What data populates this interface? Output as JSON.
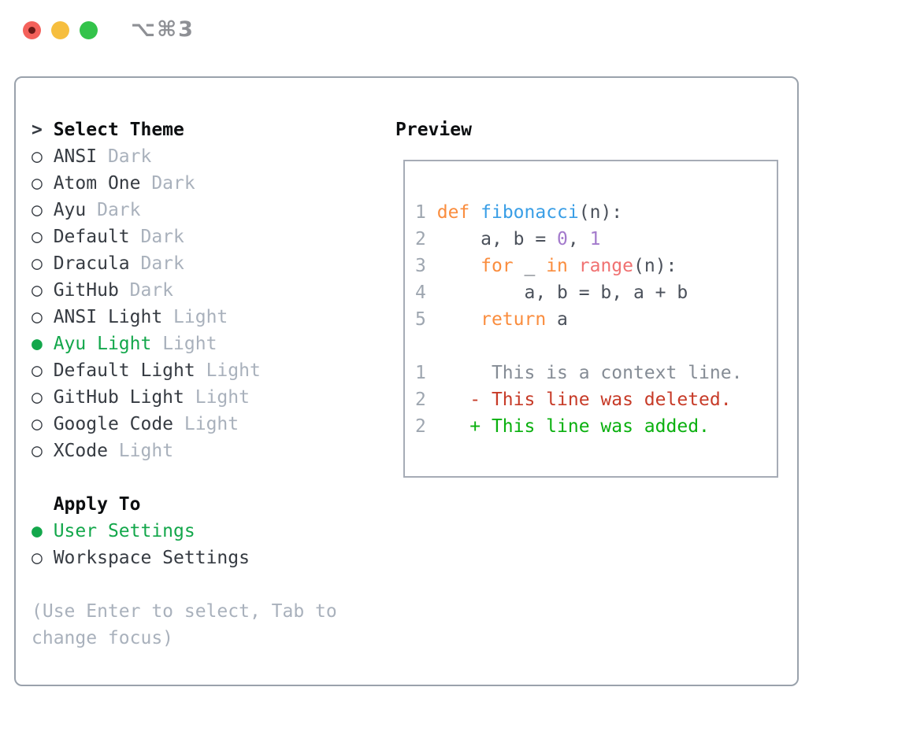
{
  "window": {
    "title": "⌥⌘3",
    "traffic_lights": [
      {
        "name": "close",
        "color": "#f4615b"
      },
      {
        "name": "minimize",
        "color": "#f6be3e"
      },
      {
        "name": "zoom",
        "color": "#33c34a"
      }
    ]
  },
  "select_theme": {
    "prompt": ">",
    "title": "Select Theme",
    "markers": {
      "selected": "●",
      "unselected": "○"
    },
    "items": [
      {
        "label": "ANSI",
        "variant": "Dark",
        "selected": false
      },
      {
        "label": "Atom One",
        "variant": "Dark",
        "selected": false
      },
      {
        "label": "Ayu",
        "variant": "Dark",
        "selected": false
      },
      {
        "label": "Default",
        "variant": "Dark",
        "selected": false
      },
      {
        "label": "Dracula",
        "variant": "Dark",
        "selected": false
      },
      {
        "label": "GitHub",
        "variant": "Dark",
        "selected": false
      },
      {
        "label": "ANSI Light",
        "variant": "Light",
        "selected": false
      },
      {
        "label": "Ayu Light",
        "variant": "Light",
        "selected": true
      },
      {
        "label": "Default Light",
        "variant": "Light",
        "selected": false
      },
      {
        "label": "GitHub Light",
        "variant": "Light",
        "selected": false
      },
      {
        "label": "Google Code",
        "variant": "Light",
        "selected": false
      },
      {
        "label": "XCode",
        "variant": "Light",
        "selected": false
      }
    ]
  },
  "apply_to": {
    "title": "Apply To",
    "options": [
      {
        "label": "User Settings",
        "selected": true
      },
      {
        "label": "Workspace Settings",
        "selected": false
      }
    ]
  },
  "hint_lines": [
    "(Use Enter to select, Tab to",
    "change focus)"
  ],
  "preview": {
    "label": "Preview",
    "lines": [
      [
        [
          "ln",
          "1"
        ],
        [
          "tx",
          " "
        ],
        [
          "kw",
          "def"
        ],
        [
          "tx",
          " "
        ],
        [
          "fn",
          "fibonacci"
        ],
        [
          "tx",
          "(n):"
        ]
      ],
      [
        [
          "ln",
          "2"
        ],
        [
          "tx",
          "     a, b = "
        ],
        [
          "num",
          "0"
        ],
        [
          "tx",
          ", "
        ],
        [
          "num",
          "1"
        ]
      ],
      [
        [
          "ln",
          "3"
        ],
        [
          "tx",
          "     "
        ],
        [
          "kw",
          "for"
        ],
        [
          "tx",
          " _ "
        ],
        [
          "kw",
          "in"
        ],
        [
          "tx",
          " "
        ],
        [
          "bi",
          "range"
        ],
        [
          "tx",
          "(n):"
        ]
      ],
      [
        [
          "ln",
          "4"
        ],
        [
          "tx",
          "         a, b = b, a + b"
        ]
      ],
      [
        [
          "ln",
          "5"
        ],
        [
          "tx",
          "     "
        ],
        [
          "kw",
          "return"
        ],
        [
          "tx",
          " a"
        ]
      ],
      [],
      [
        [
          "ln",
          "1"
        ],
        [
          "ctx",
          "      This is a context line."
        ]
      ],
      [
        [
          "ln",
          "2"
        ],
        [
          "tx",
          "    "
        ],
        [
          "del",
          "- This line was deleted."
        ]
      ],
      [
        [
          "ln",
          "2"
        ],
        [
          "tx",
          "    "
        ],
        [
          "add",
          "+ This line was added."
        ]
      ]
    ]
  },
  "colors": {
    "text": "#363b42",
    "muted": "#a9b1bc",
    "green": "#13a74b",
    "title": "#8e9095",
    "border": "#9aa2ac",
    "box_border": "#a6acb6",
    "light_red": "#f4615b",
    "light_red_dot": "#6b1a17",
    "light_yellow": "#f6be3e",
    "light_green": "#33c34a",
    "kw": "#fa8d3e",
    "fn": "#399ee6",
    "bi": "#f07171",
    "num": "#a37acc",
    "code": "#4b515b",
    "ln": "#9ea6b0",
    "ctx": "#858c95",
    "del": "#c73b28",
    "add": "#0ab00f"
  }
}
